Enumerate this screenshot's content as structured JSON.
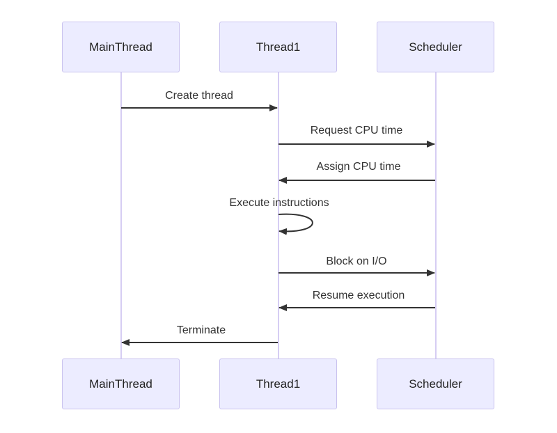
{
  "participants": [
    "MainThread",
    "Thread1",
    "Scheduler"
  ],
  "messages": [
    {
      "from": "MainThread",
      "to": "Thread1",
      "label": "Create thread"
    },
    {
      "from": "Thread1",
      "to": "Scheduler",
      "label": "Request CPU time"
    },
    {
      "from": "Scheduler",
      "to": "Thread1",
      "label": "Assign CPU time"
    },
    {
      "from": "Thread1",
      "to": "Thread1",
      "label": "Execute instructions"
    },
    {
      "from": "Thread1",
      "to": "Scheduler",
      "label": "Block on I/O"
    },
    {
      "from": "Scheduler",
      "to": "Thread1",
      "label": "Resume execution"
    },
    {
      "from": "Thread1",
      "to": "MainThread",
      "label": "Terminate"
    }
  ],
  "colors": {
    "participant_fill": "#ececff",
    "participant_border": "#c9c2ef",
    "lifeline": "#d6cdf3",
    "arrow": "#333333"
  }
}
